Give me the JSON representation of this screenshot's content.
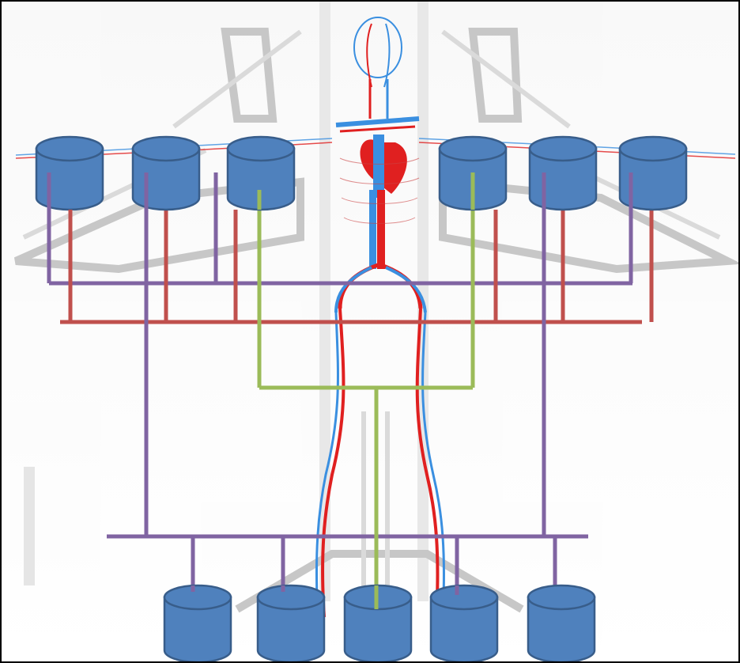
{
  "diagram": {
    "background": {
      "description_icon": "human-circulatory-system-illustration",
      "faint_vertical_caption": ""
    },
    "colors": {
      "cylinder_fill": "#4F81BD",
      "cylinder_stroke": "#385D8A",
      "purple_bus": "#8064A2",
      "red_bus": "#C0504D",
      "green_bus": "#9BBB59",
      "artery_red": "#E02020",
      "vein_blue": "#3A8FE0",
      "frame": "#000000"
    },
    "top_row_cylinders_count": 6,
    "bottom_row_cylinders_count": 5,
    "buses": [
      {
        "name": "purple",
        "role": "connects top-row cylinders (upper bus) and bottom-row cylinders (lower bus)"
      },
      {
        "name": "red",
        "role": "connects top-row cylinders"
      },
      {
        "name": "green",
        "role": "connects inner top-row cylinders to center bottom cylinder"
      }
    ]
  }
}
